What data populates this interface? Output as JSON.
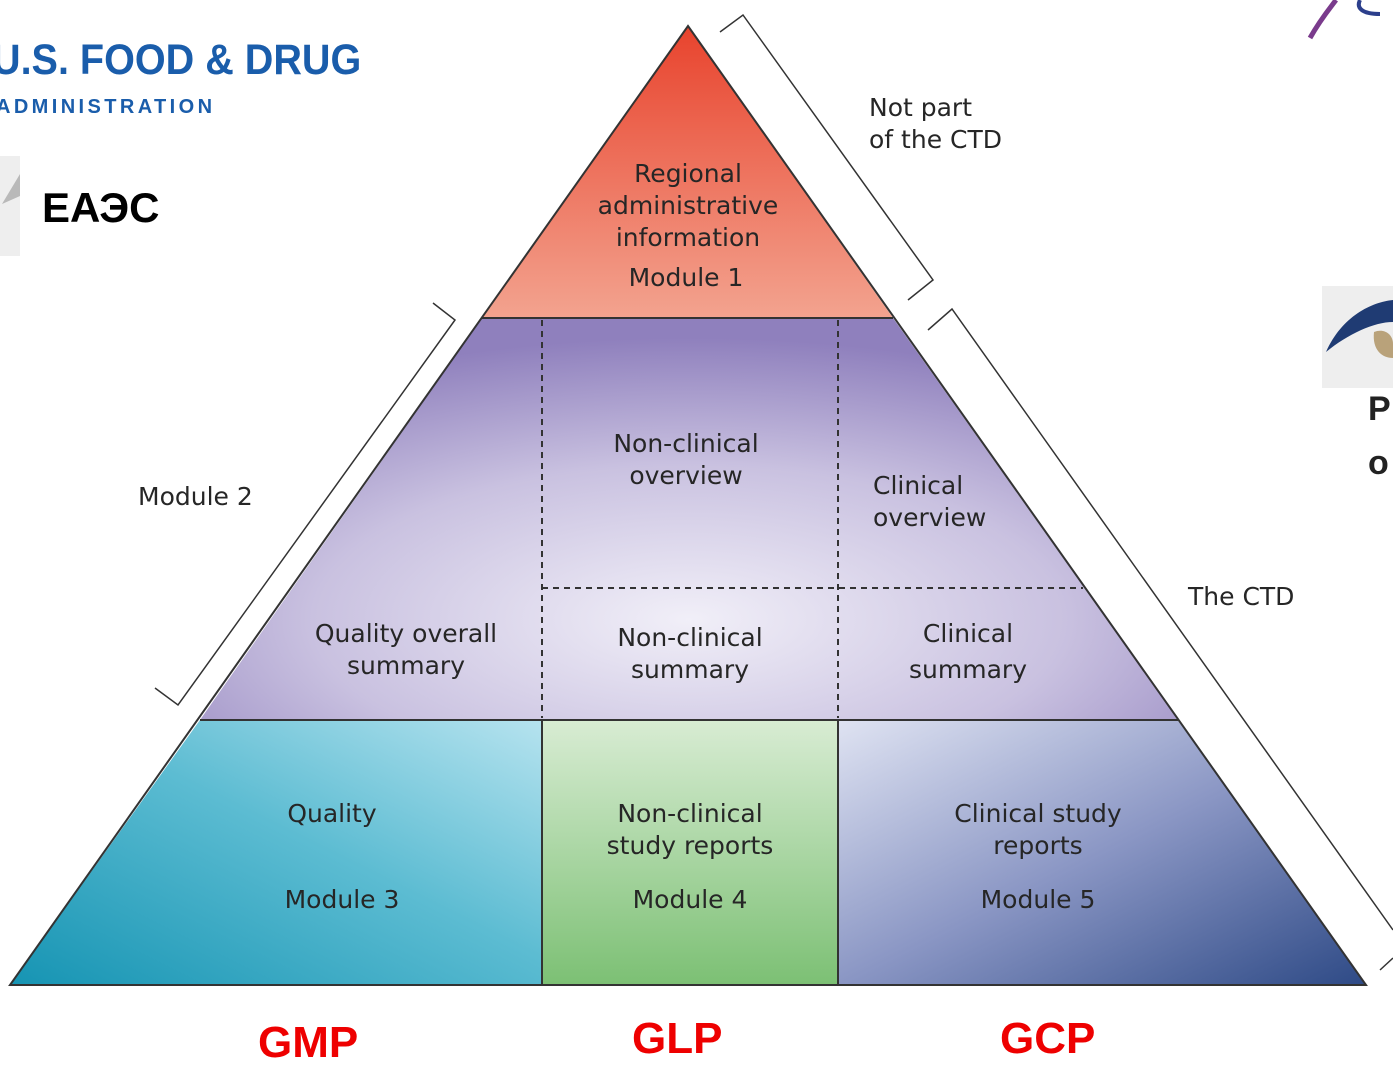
{
  "fda": {
    "line1": "U.S. FOOD & DRUG",
    "line2": "ADMINISTRATION",
    "color": "#1a5dab"
  },
  "eaes": {
    "label": "ЕАЭС"
  },
  "right_partial": {
    "line1": "P",
    "line2": "o"
  },
  "pyramid": {
    "module1": {
      "line1": "Regional",
      "line2": "administrative",
      "line3": "information",
      "module": "Module 1",
      "color": "#e8604a"
    },
    "module2": {
      "nonclinical_overview": [
        "Non-clinical",
        "overview"
      ],
      "clinical_overview": [
        "Clinical",
        "overview"
      ],
      "quality_overall_summary": [
        "Quality overall",
        "summary"
      ],
      "nonclinical_summary": [
        "Non-clinical",
        "summary"
      ],
      "clinical_summary": [
        "Clinical",
        "summary"
      ],
      "color": "#a99ccc"
    },
    "module3": {
      "title": "Quality",
      "module": "Module 3",
      "color": "#2fa8c2"
    },
    "module4": {
      "line1": "Non-clinical",
      "line2": "study reports",
      "module": "Module 4",
      "color": "#8bc78a"
    },
    "module5": {
      "line1": "Clinical study",
      "line2": "reports",
      "module": "Module 5",
      "color": "#4a5f96"
    }
  },
  "brackets": {
    "not_part_line1": "Not part",
    "not_part_line2": "of the CTD",
    "module2_label": "Module 2",
    "the_ctd_label": "The CTD"
  },
  "footer": {
    "gmp": "GMP",
    "glp": "GLP",
    "gcp": "GCP",
    "color": "#ee0000"
  }
}
